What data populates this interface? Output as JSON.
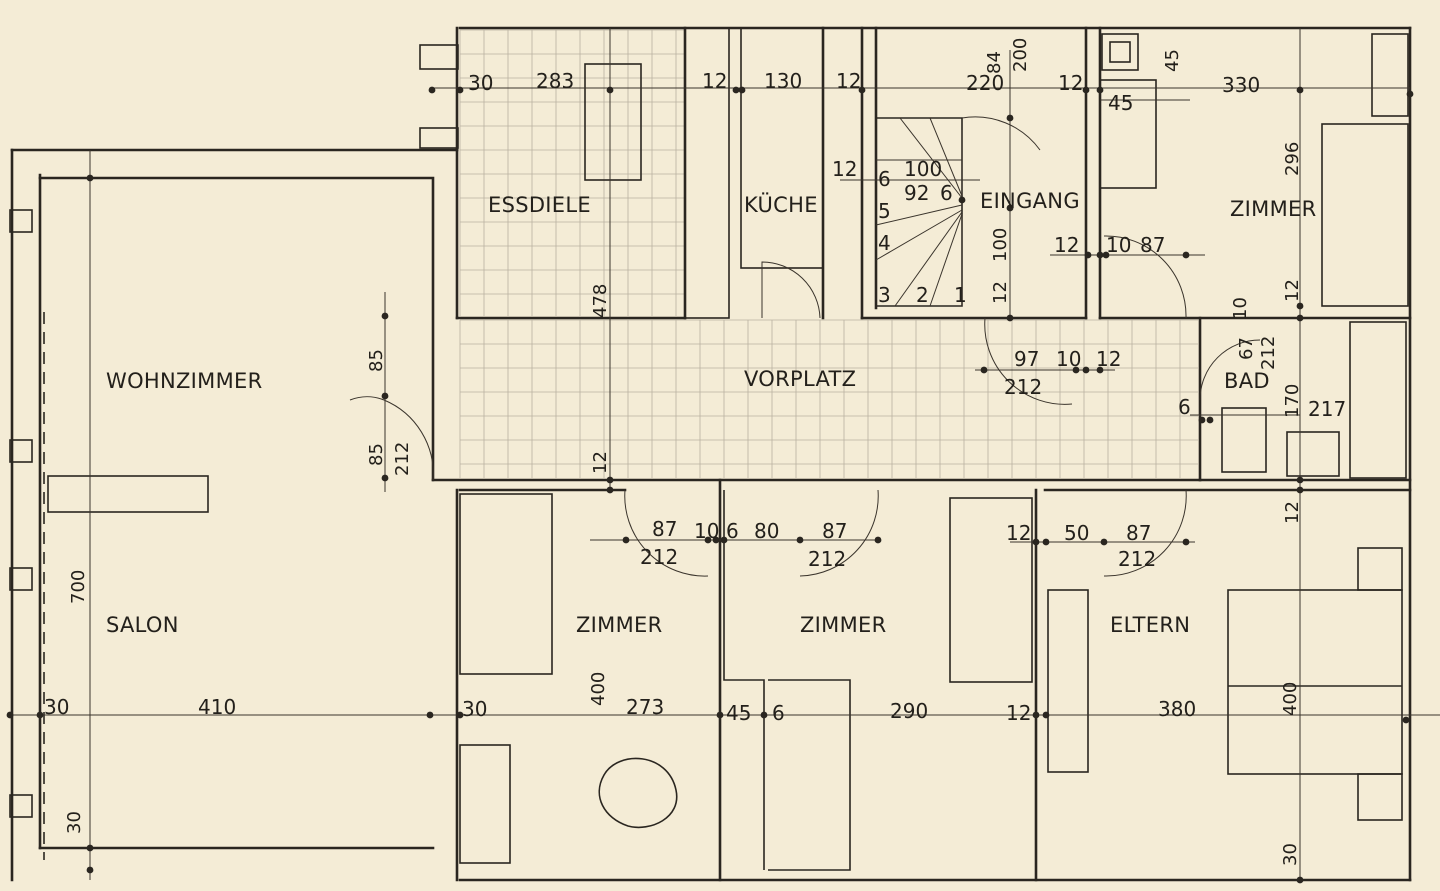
{
  "rooms": {
    "wohnzimmer": "WOHNZIMMER",
    "salon": "SALON",
    "essdiele": "ESSDIELE",
    "kueche": "KÜCHE",
    "eingang": "EINGANG",
    "zimmer_ne": "ZIMMER",
    "vorplatz": "VORPLATZ",
    "bad": "BAD",
    "zimmer_1": "ZIMMER",
    "zimmer_2": "ZIMMER",
    "eltern": "ELTERN"
  },
  "stairs": [
    "6",
    "5",
    "4",
    "3",
    "2",
    "1"
  ],
  "dims": {
    "d30_top": "30",
    "d283": "283",
    "d12_a": "12",
    "d130": "130",
    "d12_b": "12",
    "d84": "84",
    "d200": "200",
    "d220": "220",
    "d12_c": "12",
    "d45_top": "45",
    "d45_b": "45",
    "d330": "330",
    "d296": "296",
    "d12_st": "12",
    "d100": "100",
    "d92": "92",
    "d6_st": "6",
    "d478": "478",
    "d12_e": "12",
    "d10_e": "10",
    "d87_e": "87",
    "d100_v": "100",
    "d12_v": "12",
    "d12_zr": "12",
    "d85_a": "85",
    "d85_b": "85",
    "d212_w": "212",
    "d97": "97",
    "d10_v": "10",
    "d12_v2": "12",
    "d212_v": "212",
    "d10_bad": "10",
    "d67": "67",
    "d212_bad": "212",
    "d6_bad": "6",
    "d170": "170",
    "d217": "217",
    "d12_mid": "12",
    "d87_1": "87",
    "d10_1": "10",
    "d6_1": "6",
    "d80": "80",
    "d87_2": "87",
    "d212_1": "212",
    "d212_2": "212",
    "d12_el": "12",
    "d50": "50",
    "d87_3": "87",
    "d212_3": "212",
    "d12_bad2": "12",
    "d700": "700",
    "d30_l": "30",
    "d410": "410",
    "d30_m": "30",
    "d400_a": "400",
    "d273": "273",
    "d45_c": "45",
    "d6_c": "6",
    "d290": "290",
    "d12_f": "12",
    "d380": "380",
    "d400_b": "400",
    "d30_bl": "30",
    "d30_br": "30"
  }
}
